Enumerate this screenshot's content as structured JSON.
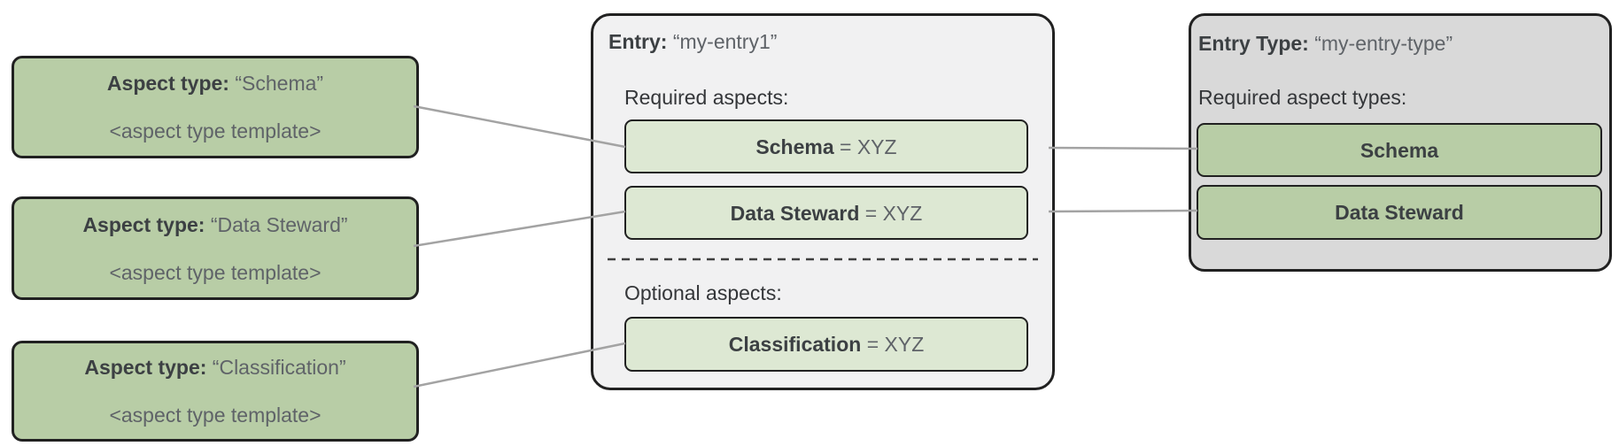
{
  "colors": {
    "node_green": "#b8cda6",
    "chip_green": "#dde8d3",
    "entry_panel_bg": "#f1f1f2",
    "entry_type_panel_bg": "#d9d9d9",
    "border": "#212121",
    "connector": "#a3a3a3",
    "text_primary": "#3c4043",
    "text_secondary": "#5f6368"
  },
  "aspect_types": [
    {
      "label": "Aspect type:",
      "name": "“Schema”",
      "template": "<aspect type template>"
    },
    {
      "label": "Aspect type:",
      "name": "“Data Steward”",
      "template": "<aspect type template>"
    },
    {
      "label": "Aspect type:",
      "name": "“Classification”",
      "template": "<aspect type template>"
    }
  ],
  "entry": {
    "label": "Entry:",
    "name": "“my-entry1”",
    "required_heading": "Required aspects:",
    "required_aspects": [
      {
        "name": "Schema",
        "value": "= XYZ"
      },
      {
        "name": "Data Steward",
        "value": "= XYZ"
      }
    ],
    "optional_heading": "Optional aspects:",
    "optional_aspects": [
      {
        "name": "Classification",
        "value": "= XYZ"
      }
    ]
  },
  "entry_type": {
    "label": "Entry Type:",
    "name": "“my-entry-type”",
    "required_heading": "Required aspect types:",
    "required_aspect_types": [
      "Schema",
      "Data Steward"
    ]
  }
}
